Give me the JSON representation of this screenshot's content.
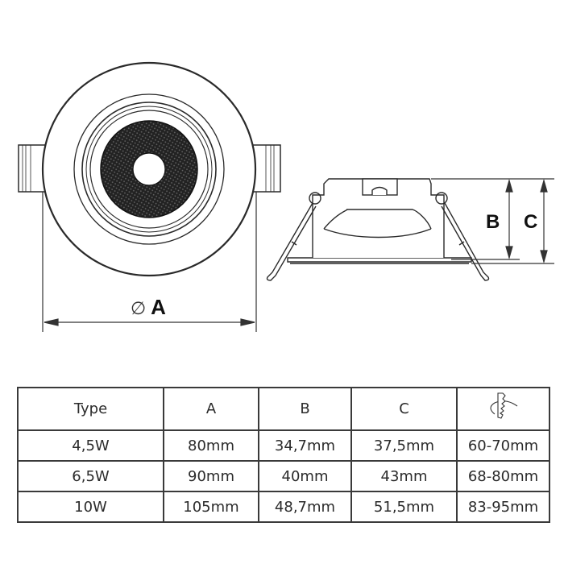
{
  "drawing": {
    "front_view": {
      "dimension_label": "A",
      "diameter_symbol": "∅"
    },
    "side_view": {
      "dimension_labels": [
        "B",
        "C"
      ]
    }
  },
  "table": {
    "headers": [
      "Type",
      "A",
      "B",
      "C",
      "cut-out-icon"
    ],
    "rows": [
      {
        "type": "4,5W",
        "a": "80mm",
        "b": "34,7mm",
        "c": "37,5mm",
        "cutout": "60-70mm"
      },
      {
        "type": "6,5W",
        "a": "90mm",
        "b": "40mm",
        "c": "43mm",
        "cutout": "68-80mm"
      },
      {
        "type": "10W",
        "a": "105mm",
        "b": "48,7mm",
        "c": "51,5mm",
        "cutout": "83-95mm"
      }
    ]
  },
  "colors": {
    "line": "#333333",
    "mesh": "#1a1a1a",
    "background": "#ffffff"
  }
}
